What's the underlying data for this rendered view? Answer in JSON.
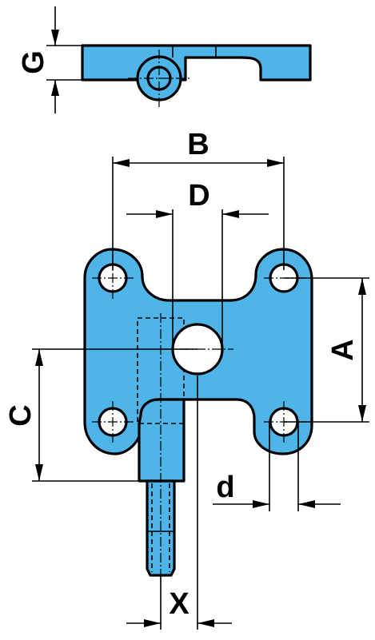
{
  "colors": {
    "part_fill": "#4fb4e8",
    "outline": "#000000",
    "background": "#ffffff"
  },
  "labels": {
    "G": "G",
    "B": "B",
    "D": "D",
    "A": "A",
    "C": "C",
    "d": "d",
    "X": "X"
  }
}
